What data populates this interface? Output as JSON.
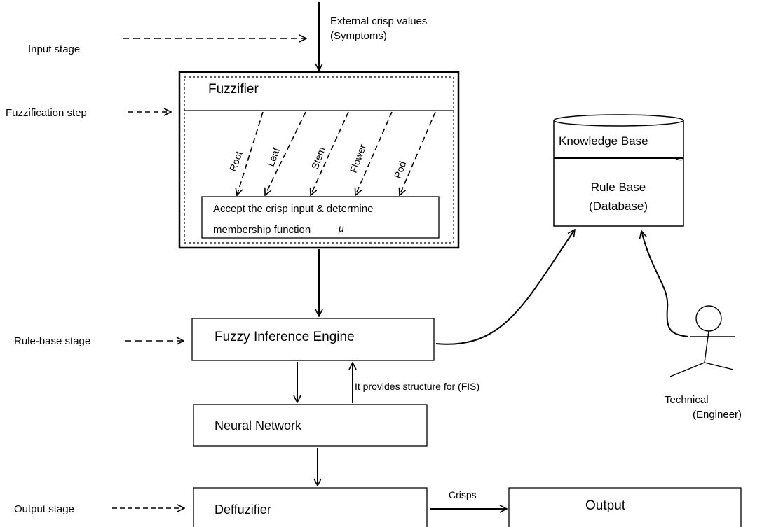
{
  "stages": {
    "input": "Input stage",
    "fuzzification": "Fuzzification step",
    "rule_base": "Rule-base stage",
    "output": "Output stage"
  },
  "external_input": {
    "line1": "External crisp values",
    "line2": "(Symptoms)"
  },
  "fuzzifier": {
    "title": "Fuzzifier",
    "parts": [
      "Root",
      "Leaf",
      "Stem",
      "Flower",
      "Pod"
    ],
    "accept_line1": "Accept the crisp input & determine",
    "accept_line2": "membership function",
    "mu_symbol": "μ"
  },
  "knowledge_base": {
    "title": "Knowledge Base",
    "rule_base_line1": "Rule Base",
    "rule_base_line2": "(Database)"
  },
  "inference_engine": "Fuzzy Inference Engine",
  "structure_note": "It provides structure for (FIS)",
  "neural_network": "Neural Network",
  "deffuzifier": "Deffuzifier",
  "crisps_label": "Crisps",
  "output_box": "Output",
  "technical": {
    "line1": "Technical",
    "line2": "(Engineer)"
  }
}
